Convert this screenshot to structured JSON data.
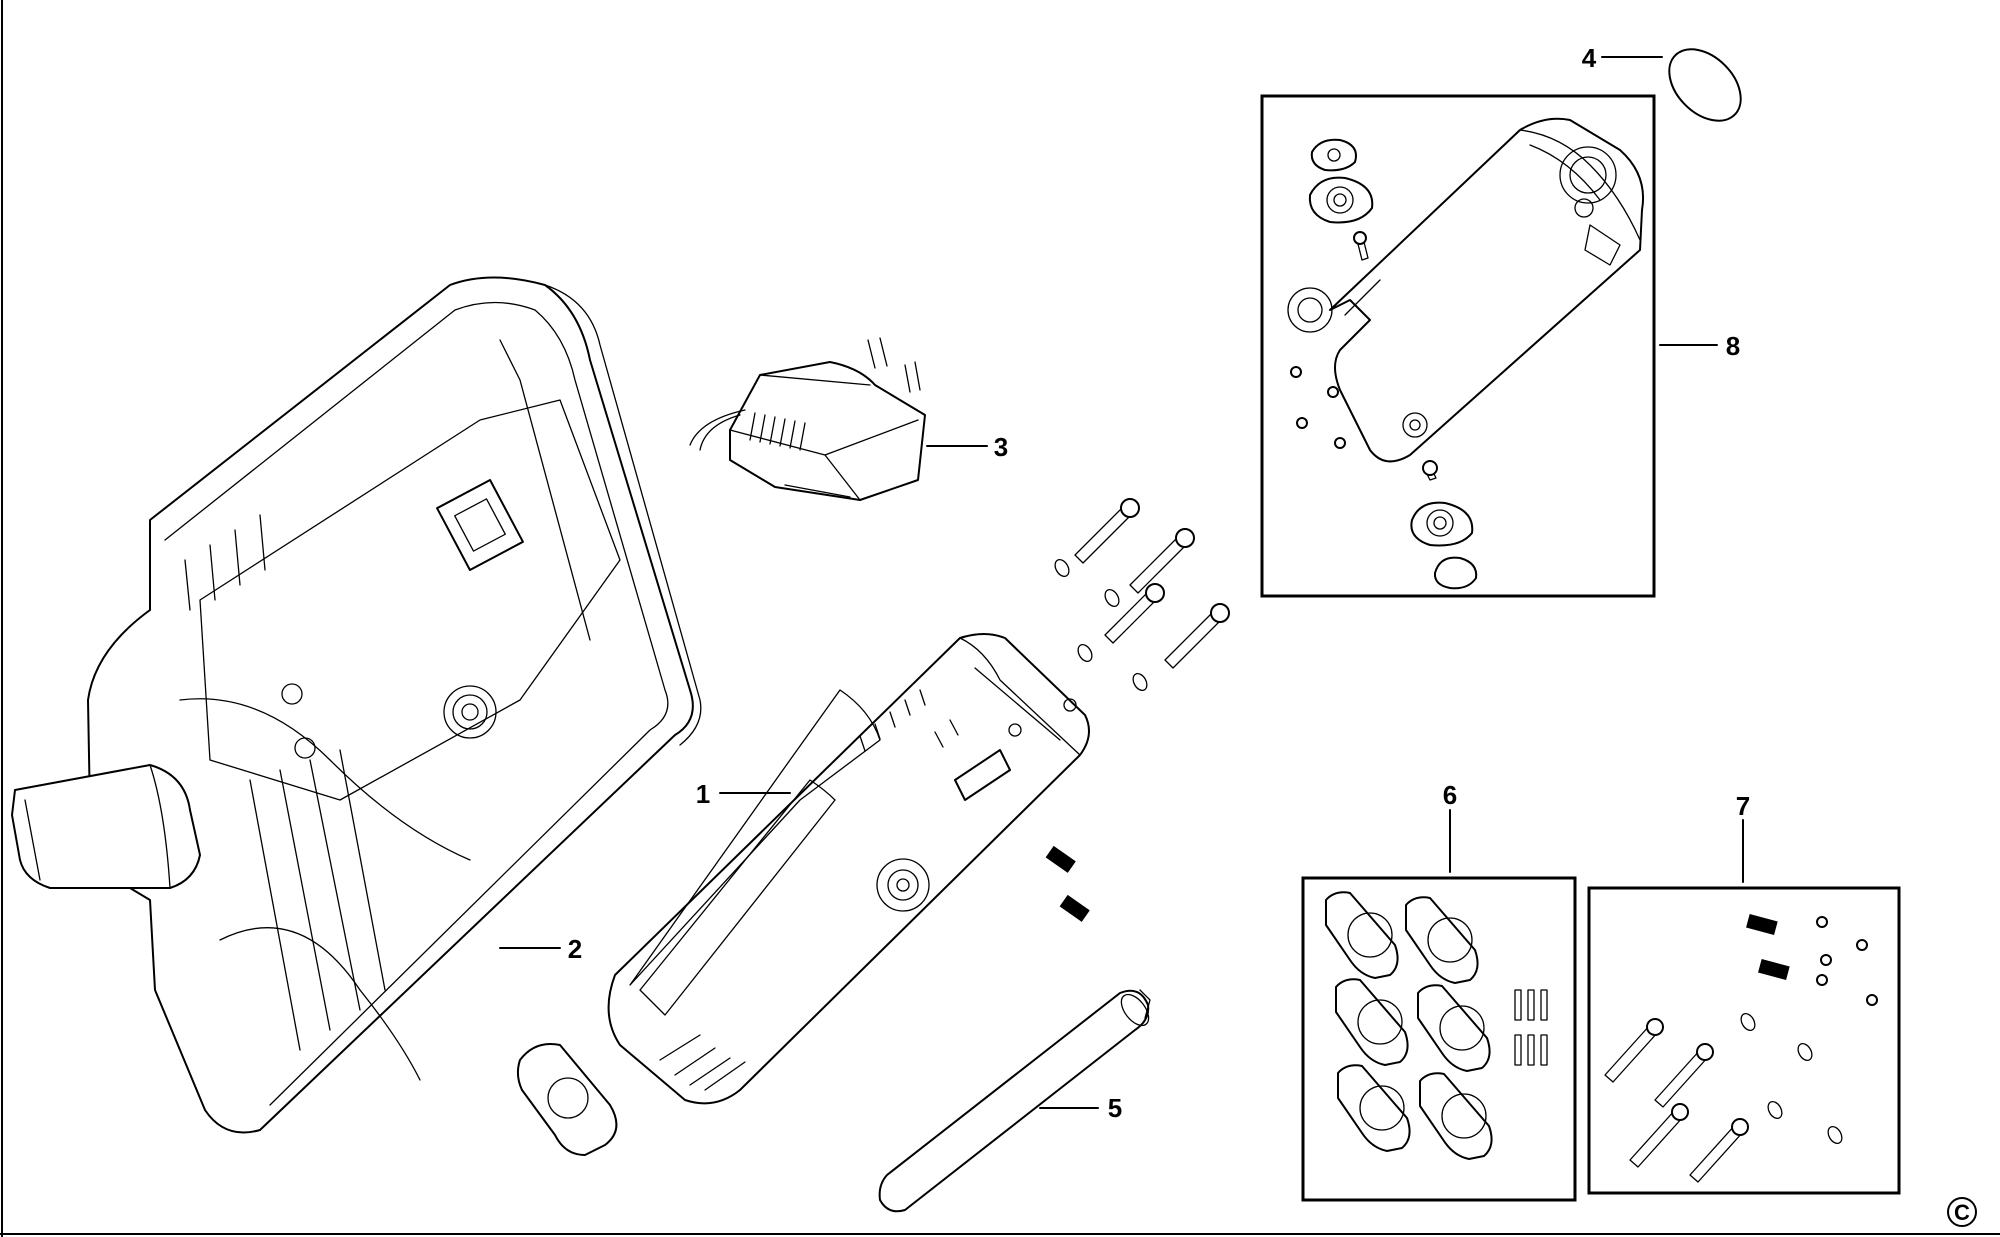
{
  "diagram": {
    "callouts": [
      "1",
      "2",
      "3",
      "4",
      "5",
      "6",
      "7",
      "8"
    ],
    "copyright_mark": "C"
  }
}
